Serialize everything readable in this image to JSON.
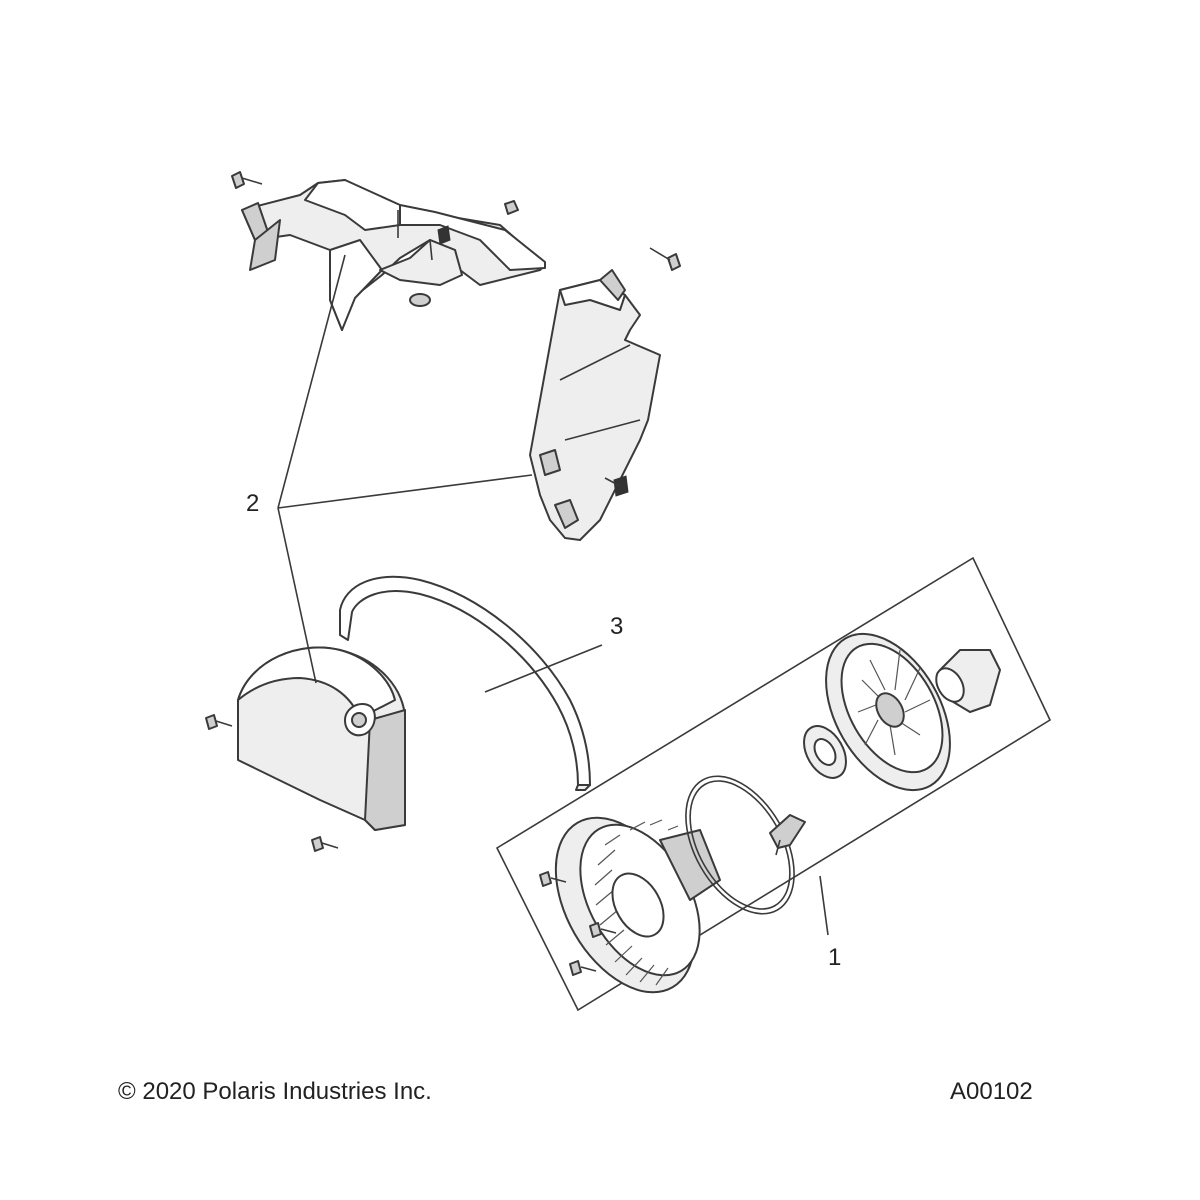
{
  "callouts": {
    "item_1": "1",
    "item_2": "2",
    "item_3": "3"
  },
  "footer": {
    "copyright": "© 2020 Polaris Industries Inc.",
    "figure_id": "A00102"
  },
  "colors": {
    "line": "#3a3a3a",
    "shade_light": "#eeeeee",
    "shade_dark": "#cfcfcf",
    "background": "#ffffff"
  }
}
